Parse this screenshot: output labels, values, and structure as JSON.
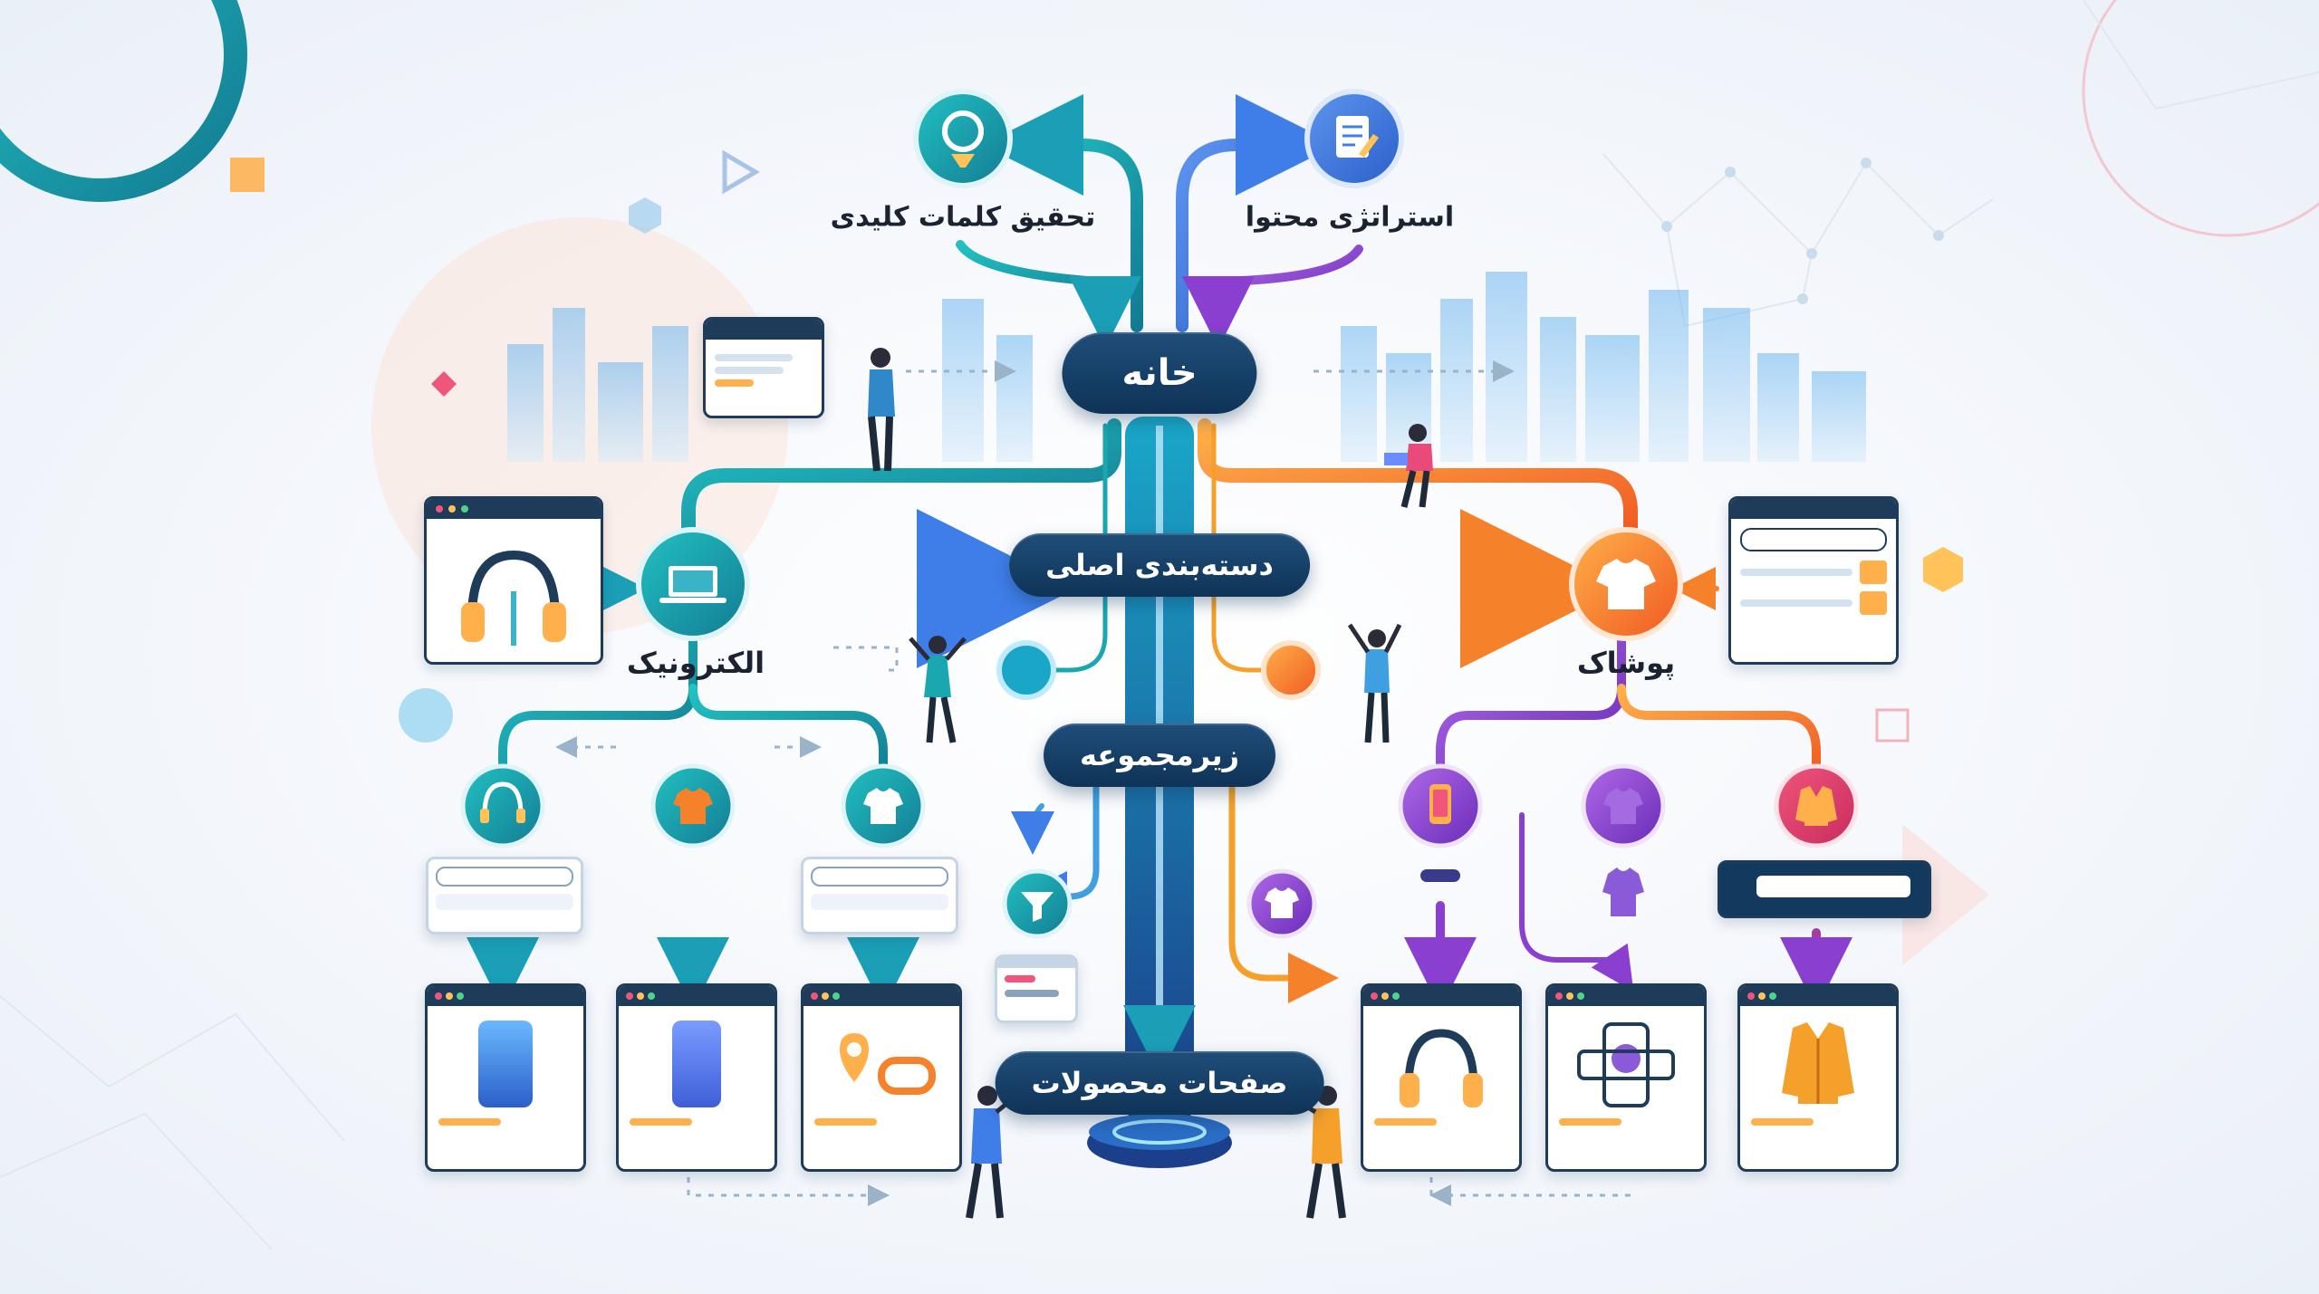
{
  "nodes": {
    "home": "خانه",
    "main_categories": "دسته‌بندی اصلی",
    "subcategory": "زیرمجموعه",
    "product_pages": "صفحات محصولات"
  },
  "top_branches": {
    "keyword_research": "تحقیق کلمات کلیدی",
    "content_strategy": "استراتژی محتوا"
  },
  "categories": {
    "electronics": "الکترونیک",
    "clothing": "پوشاک"
  },
  "icons": {
    "keyword_research": "magnifier-icon",
    "content_strategy": "document-pen-icon",
    "electronics": "laptop-icon",
    "clothing": "tshirt-icon",
    "filter": "filter-icon"
  },
  "colors": {
    "teal": "#1aa7b0",
    "blue": "#3f7ee8",
    "orange": "#f5822a",
    "purple": "#8a3fd1",
    "navy": "#123a5f"
  }
}
